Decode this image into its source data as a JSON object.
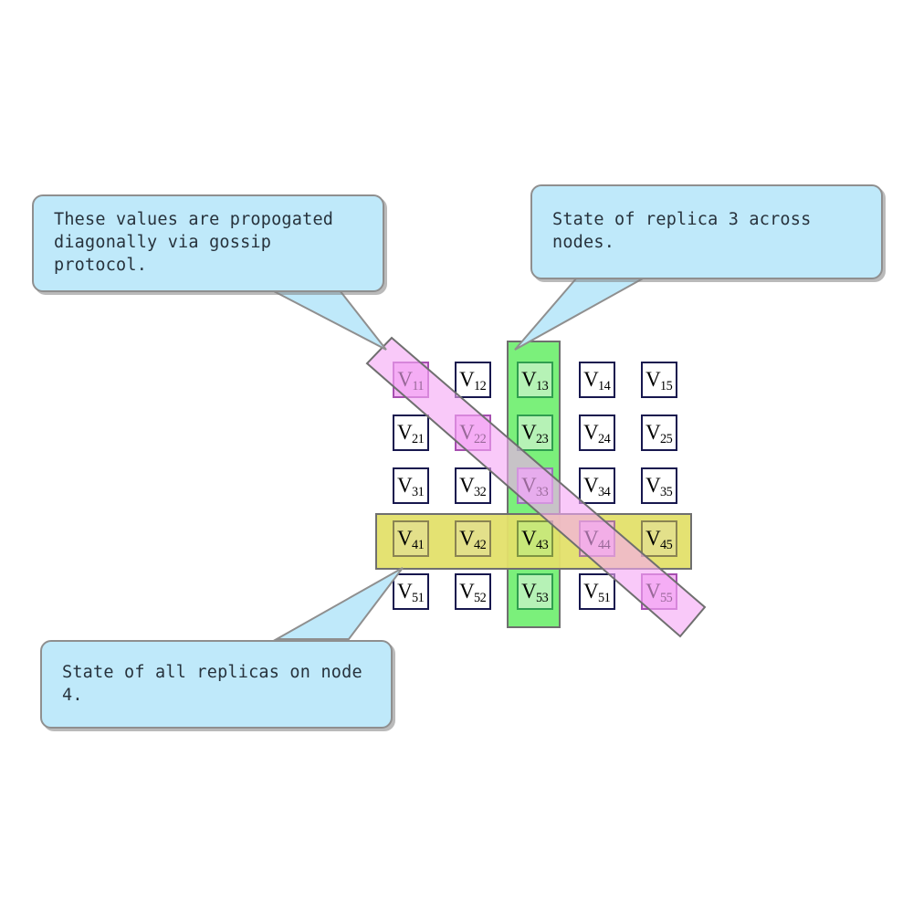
{
  "diagram": {
    "title": "Replica state grid with gossip propagation",
    "grid": {
      "rows": 5,
      "cols": 5,
      "cells": [
        [
          {
            "id": "V11",
            "v": "V",
            "sub": "11",
            "hl": "magenta"
          },
          {
            "id": "V12",
            "v": "V",
            "sub": "12",
            "hl": "none"
          },
          {
            "id": "V13",
            "v": "V",
            "sub": "13",
            "hl": "green"
          },
          {
            "id": "V14",
            "v": "V",
            "sub": "14",
            "hl": "none"
          },
          {
            "id": "V15",
            "v": "V",
            "sub": "15",
            "hl": "none"
          }
        ],
        [
          {
            "id": "V21",
            "v": "V",
            "sub": "21",
            "hl": "none"
          },
          {
            "id": "V22",
            "v": "V",
            "sub": "22",
            "hl": "magenta"
          },
          {
            "id": "V23",
            "v": "V",
            "sub": "23",
            "hl": "green"
          },
          {
            "id": "V24",
            "v": "V",
            "sub": "24",
            "hl": "none"
          },
          {
            "id": "V25",
            "v": "V",
            "sub": "25",
            "hl": "none"
          }
        ],
        [
          {
            "id": "V31",
            "v": "V",
            "sub": "31",
            "hl": "none"
          },
          {
            "id": "V32",
            "v": "V",
            "sub": "32",
            "hl": "none"
          },
          {
            "id": "V33",
            "v": "V",
            "sub": "33",
            "hl": "gm"
          },
          {
            "id": "V34",
            "v": "V",
            "sub": "34",
            "hl": "none"
          },
          {
            "id": "V35",
            "v": "V",
            "sub": "35",
            "hl": "none"
          }
        ],
        [
          {
            "id": "V41",
            "v": "V",
            "sub": "41",
            "hl": "yellow"
          },
          {
            "id": "V42",
            "v": "V",
            "sub": "42",
            "hl": "yellow"
          },
          {
            "id": "V43",
            "v": "V",
            "sub": "43",
            "hl": "gy"
          },
          {
            "id": "V44",
            "v": "V",
            "sub": "44",
            "hl": "ym"
          },
          {
            "id": "V45",
            "v": "V",
            "sub": "45",
            "hl": "yellow"
          }
        ],
        [
          {
            "id": "V51",
            "v": "V",
            "sub": "51",
            "hl": "none"
          },
          {
            "id": "V52",
            "v": "V",
            "sub": "52",
            "hl": "none"
          },
          {
            "id": "V53",
            "v": "V",
            "sub": "53",
            "hl": "green"
          },
          {
            "id": "V54",
            "v": "V",
            "sub": "51",
            "hl": "none"
          },
          {
            "id": "V55",
            "v": "V",
            "sub": "55",
            "hl": "magenta"
          }
        ]
      ]
    },
    "bands": {
      "replica_column": {
        "name": "replica-3-column-band",
        "color": "#7bf07b",
        "stroke": "#6f6f6f",
        "column": 3
      },
      "node_row": {
        "name": "node-4-row-band",
        "color": "#e3e06a",
        "stroke": "#6f6f6f",
        "row": 4
      },
      "gossip_diagonal": {
        "name": "gossip-diagonal-band",
        "color": "#f6a8f6",
        "stroke": "#6f6f6f"
      }
    },
    "callouts": [
      {
        "id": "callout-gossip",
        "text": "These values are propogated\ndiagonally via gossip protocol.",
        "fill": "#bfe9fa",
        "stroke": "#8f8f8f"
      },
      {
        "id": "callout-replica3",
        "text": "State of replica 3 across nodes.",
        "fill": "#bfe9fa",
        "stroke": "#8f8f8f"
      },
      {
        "id": "callout-node4",
        "text": "State of all replicas on node 4.",
        "fill": "#bfe9fa",
        "stroke": "#8f8f8f"
      }
    ],
    "colors": {
      "cell_border": "#17174e",
      "cell_fill": "#ffffff",
      "callout_fill": "#bfe9fa",
      "callout_stroke": "#8f8f8f",
      "callout_text": "#27323c",
      "green_band": "#7bf07b",
      "yellow_band": "#e3e06a",
      "magenta_band": "#f6a8f6",
      "band_stroke": "#6f6f6f",
      "page_background": "#ffffff"
    }
  }
}
